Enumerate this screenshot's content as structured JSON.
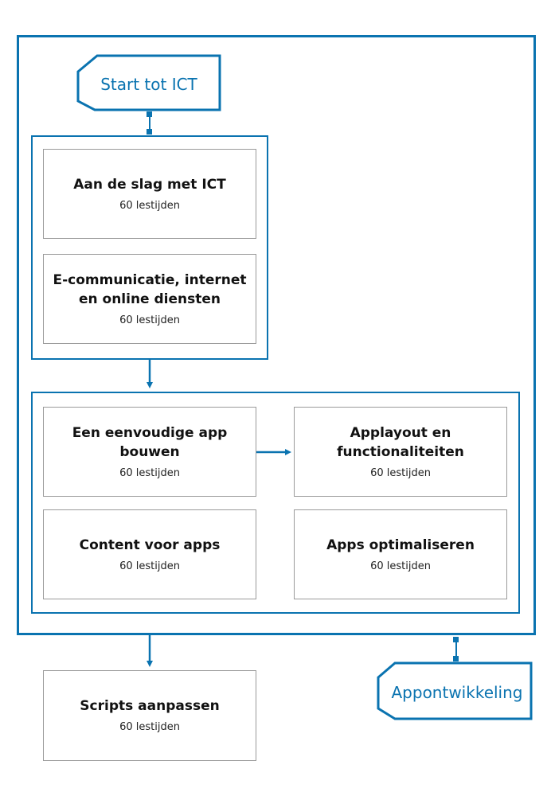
{
  "colors": {
    "accent": "#0a73b0",
    "card_border": "#9a9a9a",
    "text": "#111111"
  },
  "tags": {
    "start": "Start tot ICT",
    "end": "Appontwikkeling"
  },
  "group1": {
    "cards": [
      {
        "title": "Aan de slag met ICT",
        "sub": "60 lestijden"
      },
      {
        "title": "E-communicatie, internet\nen online diensten",
        "sub": "60 lestijden"
      }
    ]
  },
  "group2": {
    "cards": [
      {
        "title": "Een eenvoudige app bouwen",
        "sub": "60 lestijden"
      },
      {
        "title": "Applayout en functionaliteiten",
        "sub": "60 lestijden"
      },
      {
        "title": "Content voor apps",
        "sub": "60 lestijden"
      },
      {
        "title": "Apps optimaliseren",
        "sub": "60 lestijden"
      }
    ]
  },
  "outside": {
    "card": {
      "title": "Scripts aanpassen",
      "sub": "60 lestijden"
    }
  }
}
